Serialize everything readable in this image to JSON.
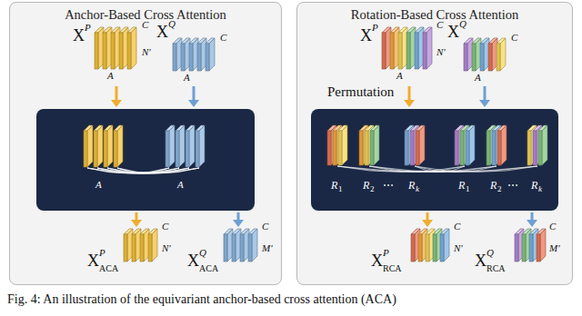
{
  "diagram": {
    "caption": "Fig. 4: An illustration of the equivariant anchor-based cross attention (ACA)",
    "nodes": [
      {
        "text": [
          "Anchor-Based Cross Attention"
        ]
      },
      {
        "text": [
          "Rotation-Based Cross Attention"
        ]
      }
    ],
    "labels": [
      "X",
      "P",
      "C",
      "N'",
      "A",
      "X",
      "Q",
      "C",
      "A",
      "A",
      "A",
      "X",
      "P",
      "ACA",
      "C",
      "N'",
      "X",
      "Q",
      "ACA",
      "C",
      "M'",
      "X",
      "P",
      "C",
      "N'",
      "A",
      "X",
      "Q",
      "C",
      "A",
      "Permutation",
      "R",
      "1",
      "R",
      "2",
      "⋯",
      "R",
      "k",
      "R",
      "1",
      "R",
      "2",
      "⋯",
      "R",
      "k",
      "X",
      "P",
      "RCA",
      "C",
      "N'",
      "X",
      "Q",
      "RCA",
      "C",
      "M'"
    ]
  }
}
